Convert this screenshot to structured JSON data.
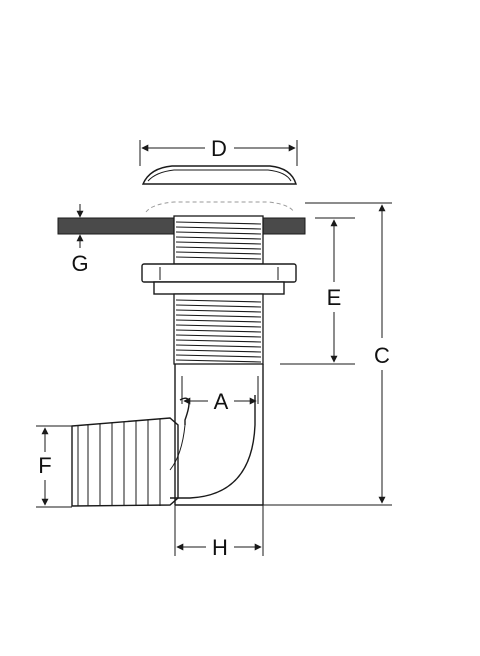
{
  "labels": {
    "A": "A",
    "C": "C",
    "D": "D",
    "E": "E",
    "F": "F",
    "G": "G",
    "H": "H"
  },
  "colors": {
    "ink": "#1a1a1a",
    "hull": "#4a4a4a",
    "background": "#ffffff"
  }
}
